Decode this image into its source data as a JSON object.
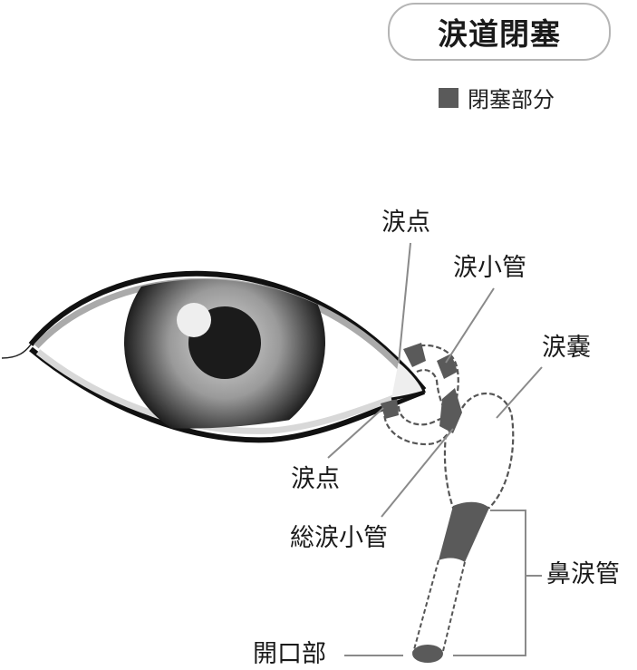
{
  "title": "涙道閉塞",
  "legend": {
    "swatch_color": "#5a5a5a",
    "label": "閉塞部分"
  },
  "labels": {
    "upper_punctum": "涙点",
    "canaliculus": "涙小管",
    "lacrimal_sac": "涙嚢",
    "lower_punctum": "涙点",
    "common_canaliculus": "総涙小管",
    "nasolacrimal_duct": "鼻涙管",
    "opening": "開口部"
  },
  "colors": {
    "blocked": "#5a5a5a",
    "leader_line": "#8a8a8a",
    "dashed_outline": "#555555",
    "title_border": "#b5b5b5"
  }
}
